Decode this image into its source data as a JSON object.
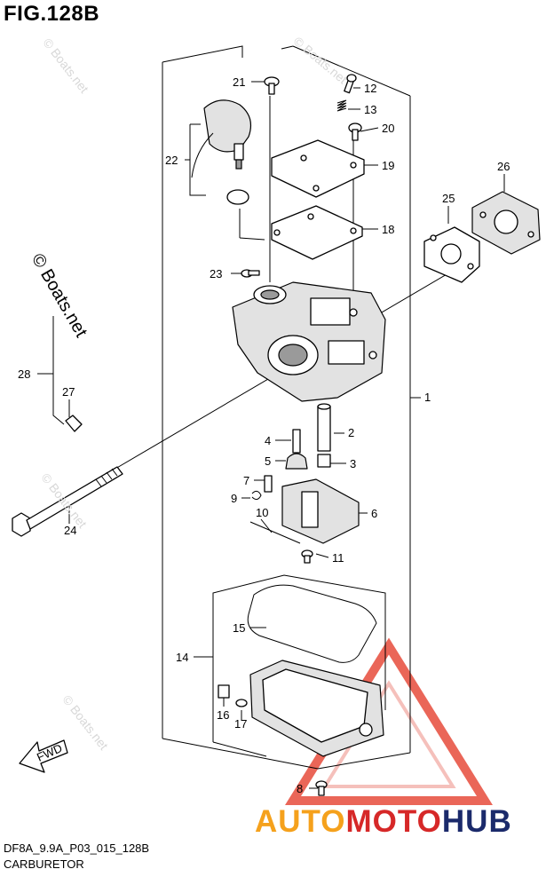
{
  "figure": {
    "title": "FIG.128B",
    "code": "DF8A_9.9A_P03_015_128B",
    "caption": "CARBURETOR"
  },
  "watermarks": {
    "main": "© Boats.net",
    "faint": "© Boats.net"
  },
  "fwd_arrow_label": "FWD",
  "brand": {
    "part1": "AUTO",
    "part2": "MOTO",
    "part3": "HUB",
    "colors": {
      "auto": "#f5a11c",
      "moto": "#d62828",
      "hub": "#1b2a6b"
    }
  },
  "callouts": [
    {
      "id": "1",
      "label": "1"
    },
    {
      "id": "2",
      "label": "2"
    },
    {
      "id": "3",
      "label": "3"
    },
    {
      "id": "4",
      "label": "4"
    },
    {
      "id": "5",
      "label": "5"
    },
    {
      "id": "6",
      "label": "6"
    },
    {
      "id": "7",
      "label": "7"
    },
    {
      "id": "8",
      "label": "8"
    },
    {
      "id": "9",
      "label": "9"
    },
    {
      "id": "10",
      "label": "10"
    },
    {
      "id": "11",
      "label": "11"
    },
    {
      "id": "12",
      "label": "12"
    },
    {
      "id": "13",
      "label": "13"
    },
    {
      "id": "14",
      "label": "14"
    },
    {
      "id": "15",
      "label": "15"
    },
    {
      "id": "16",
      "label": "16"
    },
    {
      "id": "17",
      "label": "17"
    },
    {
      "id": "18",
      "label": "18"
    },
    {
      "id": "19",
      "label": "19"
    },
    {
      "id": "20",
      "label": "20"
    },
    {
      "id": "21",
      "label": "21"
    },
    {
      "id": "22",
      "label": "22"
    },
    {
      "id": "23",
      "label": "23"
    },
    {
      "id": "24",
      "label": "24"
    },
    {
      "id": "25",
      "label": "25"
    },
    {
      "id": "26",
      "label": "26"
    },
    {
      "id": "27",
      "label": "27"
    },
    {
      "id": "28",
      "label": "28"
    }
  ]
}
